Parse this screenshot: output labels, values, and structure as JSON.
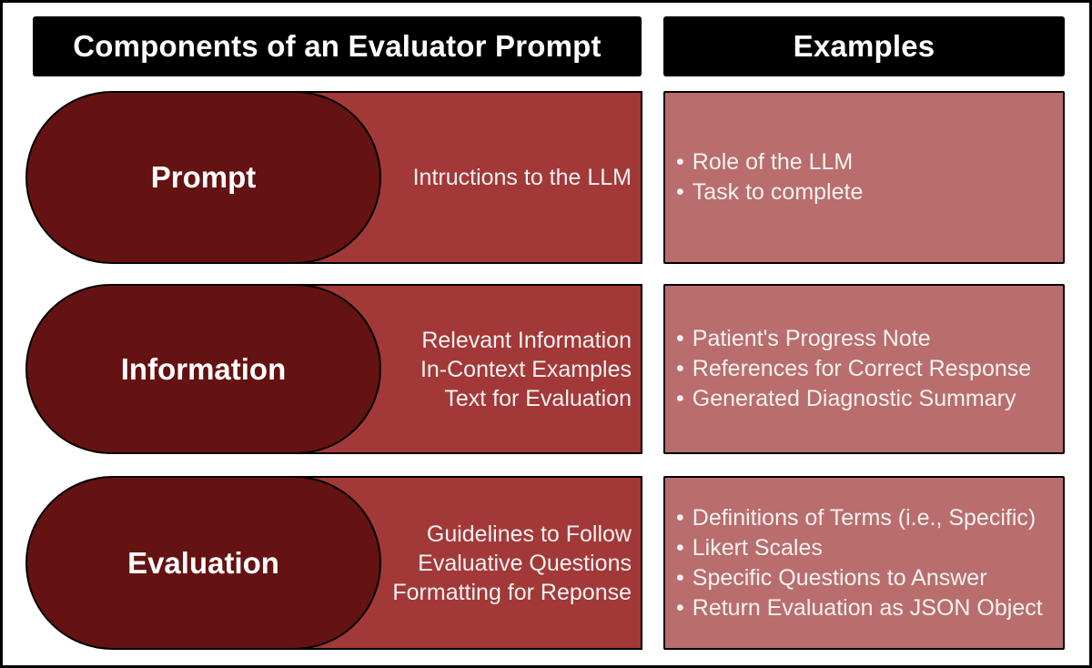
{
  "ui": {
    "bullet_char": "•",
    "colors": {
      "stadium": "#651212",
      "panel": "#a33838",
      "example": "#b96d6d",
      "header_bg": "#000000",
      "header_text": "#ffffff",
      "text": "#f7f2f2"
    }
  },
  "headers": {
    "left": "Components of an Evaluator Prompt",
    "right": "Examples"
  },
  "rows": [
    {
      "label": "Prompt",
      "description_lines": [
        "Intructions to the LLM"
      ],
      "examples": [
        "Role of the LLM",
        "Task to complete"
      ]
    },
    {
      "label": "Information",
      "description_lines": [
        "Relevant Information",
        "In-Context Examples",
        "Text for Evaluation"
      ],
      "examples": [
        "Patient's Progress Note",
        "References for Correct Response",
        "Generated Diagnostic Summary"
      ]
    },
    {
      "label": "Evaluation",
      "description_lines": [
        "Guidelines to Follow",
        "Evaluative Questions",
        "Formatting for Reponse"
      ],
      "examples": [
        "Definitions of Terms (i.e., Specific)",
        "Likert Scales",
        "Specific Questions to Answer",
        "Return Evaluation as JSON Object"
      ]
    }
  ]
}
